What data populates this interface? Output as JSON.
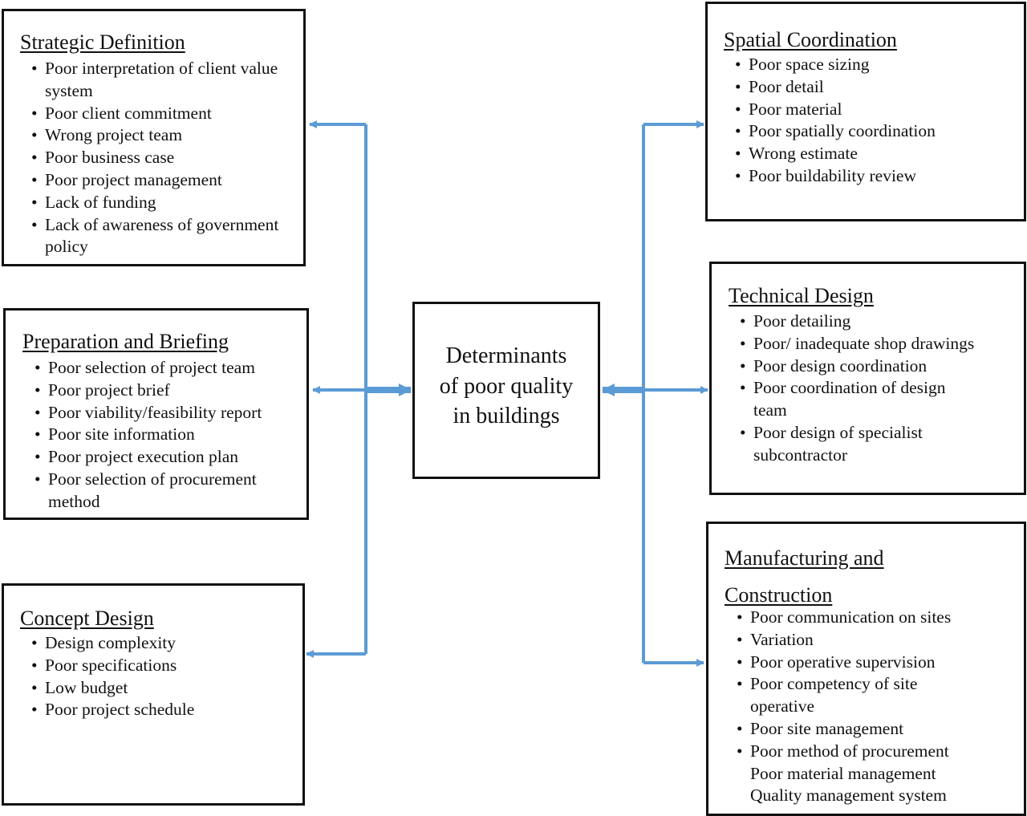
{
  "center": {
    "lines": [
      "Determinants",
      "of poor quality",
      "in buildings"
    ]
  },
  "boxes": {
    "strategic": {
      "title": "Strategic Definition",
      "items": [
        "Poor interpretation of client value system",
        "Poor client commitment",
        "Wrong project team",
        "Poor business case",
        "Poor project management",
        "Lack of funding",
        "Lack of awareness of government policy"
      ]
    },
    "preparation": {
      "title": "Preparation and Briefing",
      "items": [
        "Poor selection of project team",
        "Poor project brief",
        "Poor viability/feasibility report",
        "Poor site information",
        "Poor project execution plan",
        "Poor selection of procurement method"
      ]
    },
    "concept": {
      "title": "Concept Design",
      "items": [
        "Design complexity",
        "Poor specifications",
        "Low budget",
        "Poor project schedule"
      ]
    },
    "spatial": {
      "title": "Spatial Coordination",
      "items": [
        "Poor space sizing",
        "Poor detail",
        "Poor material",
        "Poor spatially coordination",
        "Wrong estimate",
        "Poor buildability review"
      ]
    },
    "technical": {
      "title": "Technical Design",
      "items": [
        "Poor detailing",
        "Poor/ inadequate shop drawings",
        "Poor design coordination",
        "Poor coordination of design team",
        "Poor design of specialist subcontractor"
      ]
    },
    "manufacturing": {
      "title": "Manufacturing and Construction",
      "items": [
        "Poor communication on sites",
        "Variation",
        "Poor operative supervision",
        "Poor competency of site operative",
        "Poor site management",
        "Poor method of procurement"
      ],
      "extra_lines": [
        "Poor material management",
        "Quality management system"
      ]
    }
  },
  "colors": {
    "arrow": "#5b9bd5",
    "border": "#111111"
  }
}
